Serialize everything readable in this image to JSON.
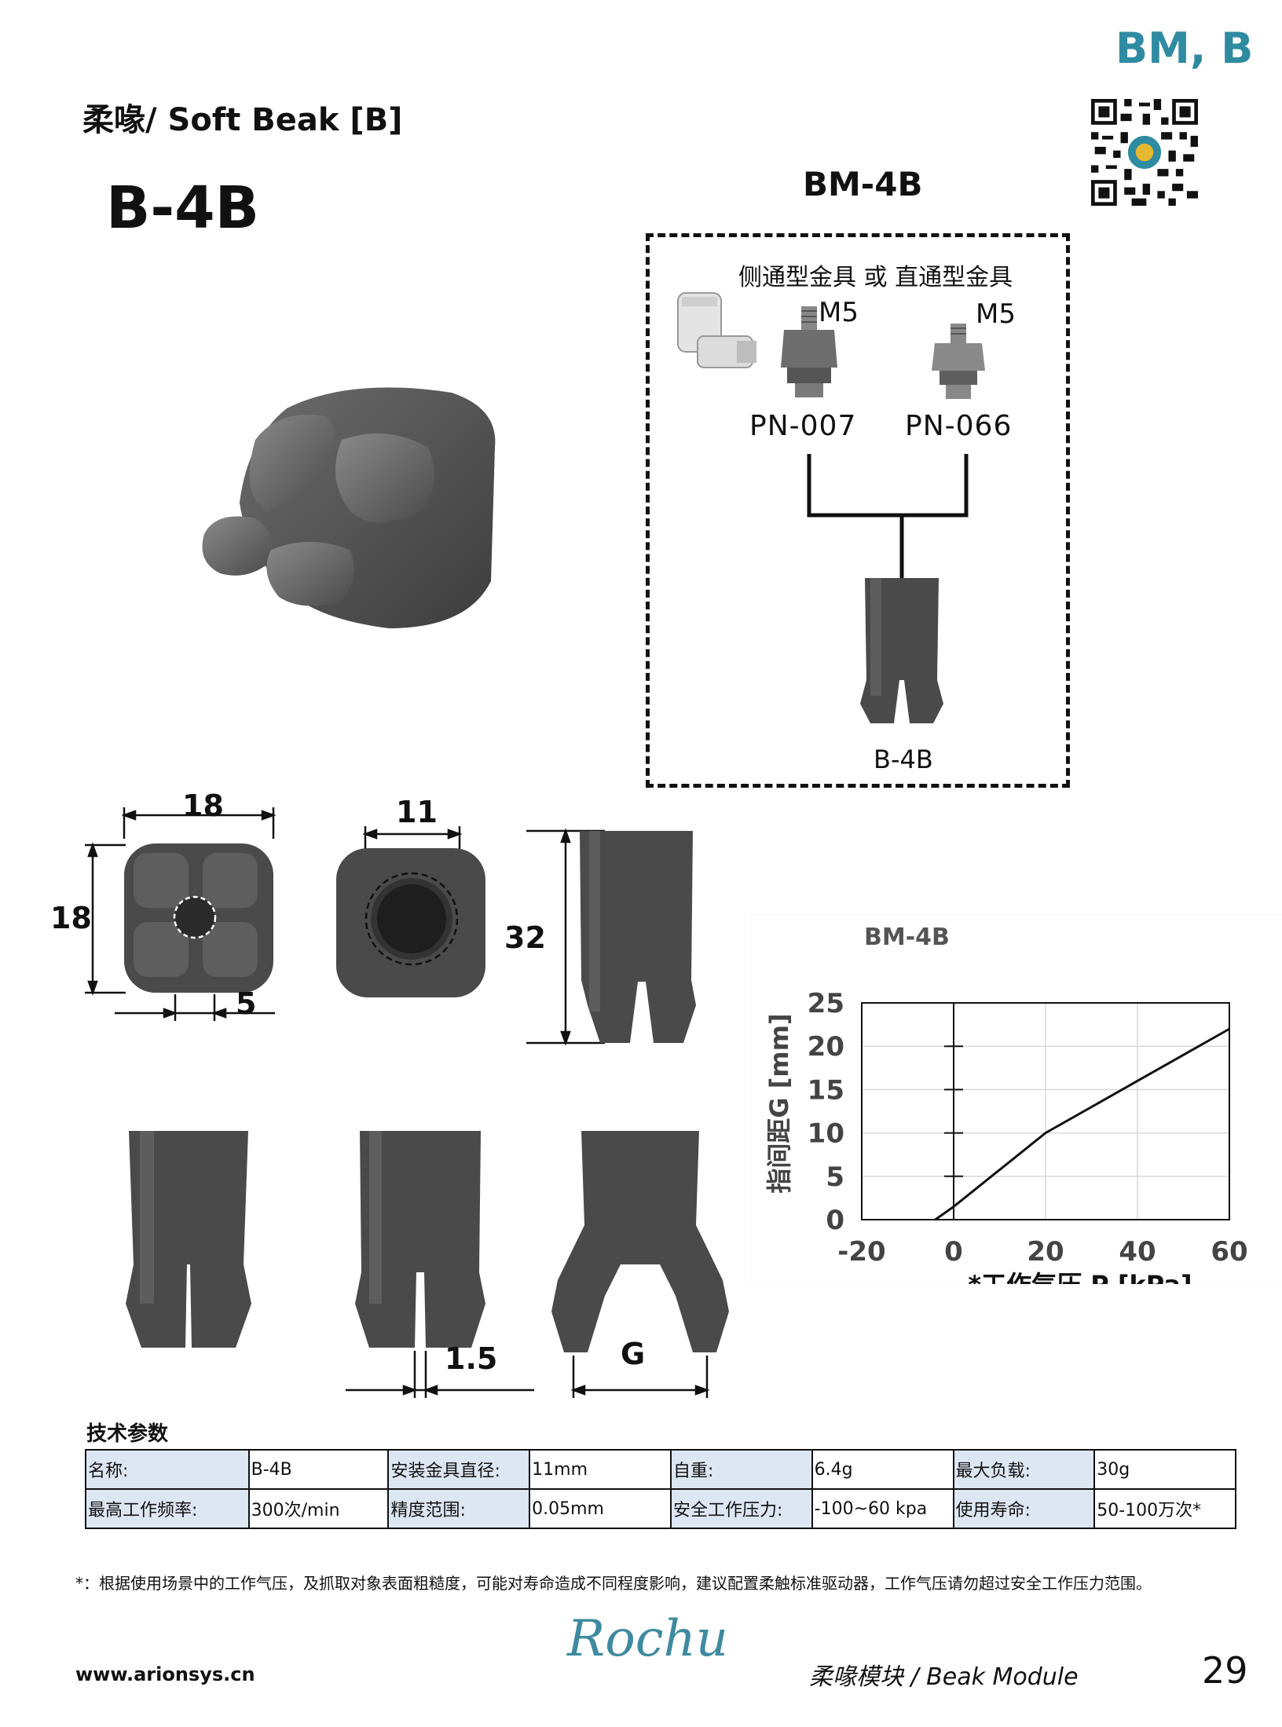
{
  "header": {
    "corner_tag": "BM, B",
    "title": "柔喙/ Soft Beak [B]",
    "product": "B-4B",
    "module": "BM-4B"
  },
  "assembly": {
    "fitting_title": "侧通型金具 或 直通型金具",
    "thread_left": "M5",
    "thread_right": "M5",
    "part_left": "PN-007",
    "part_right": "PN-066",
    "beak_label": "B-4B"
  },
  "dimensions": {
    "width": "18",
    "height": "18",
    "slot": "5",
    "mount_diameter": "11",
    "length": "32",
    "gap": "1.5",
    "stroke_label": "G"
  },
  "chart_data": {
    "type": "line",
    "title": "BM-4B",
    "xlabel": "*工作气压 P [kPa]",
    "ylabel": "指间距G [mm]",
    "xlim": [
      -20,
      60
    ],
    "ylim": [
      0,
      25
    ],
    "xticks": [
      "-20",
      "0",
      "20",
      "40",
      "60"
    ],
    "yticks": [
      "0",
      "5",
      "10",
      "15",
      "20",
      "25"
    ],
    "grid": true,
    "series": [
      {
        "name": "",
        "points": [
          [
            -4,
            0
          ],
          [
            0,
            1.5
          ],
          [
            20,
            10
          ],
          [
            40,
            16
          ],
          [
            60,
            22
          ]
        ]
      }
    ]
  },
  "specs": {
    "title": "技术参数",
    "rows": [
      [
        {
          "label": "名称:",
          "value": "B-4B"
        },
        {
          "label": "安装金具直径:",
          "value": "11mm"
        },
        {
          "label": "自重:",
          "value": "6.4g"
        },
        {
          "label": "最大负载:",
          "value": "30g"
        }
      ],
      [
        {
          "label": "最高工作频率:",
          "value": "300次/min"
        },
        {
          "label": "精度范围:",
          "value": "0.05mm"
        },
        {
          "label": "安全工作压力:",
          "value": "-100~60 kpa"
        },
        {
          "label": "使用寿命:",
          "value": "50-100万次*"
        }
      ]
    ]
  },
  "footer": {
    "footnote": "*：根据使用场景中的工作气压，及抓取对象表面粗糙度，可能对寿命造成不同程度影响，建议配置柔触标准驱动器，工作气压请勿超过安全工作压力范围。",
    "website": "www.arionsys.cn",
    "brand": "Rochu",
    "module": "柔喙模块 / Beak Module",
    "page": "29"
  },
  "colors": {
    "accent": "#2f8ba1",
    "rubber": "#4a4a4a",
    "table_label_bg": "#dde6f3"
  }
}
